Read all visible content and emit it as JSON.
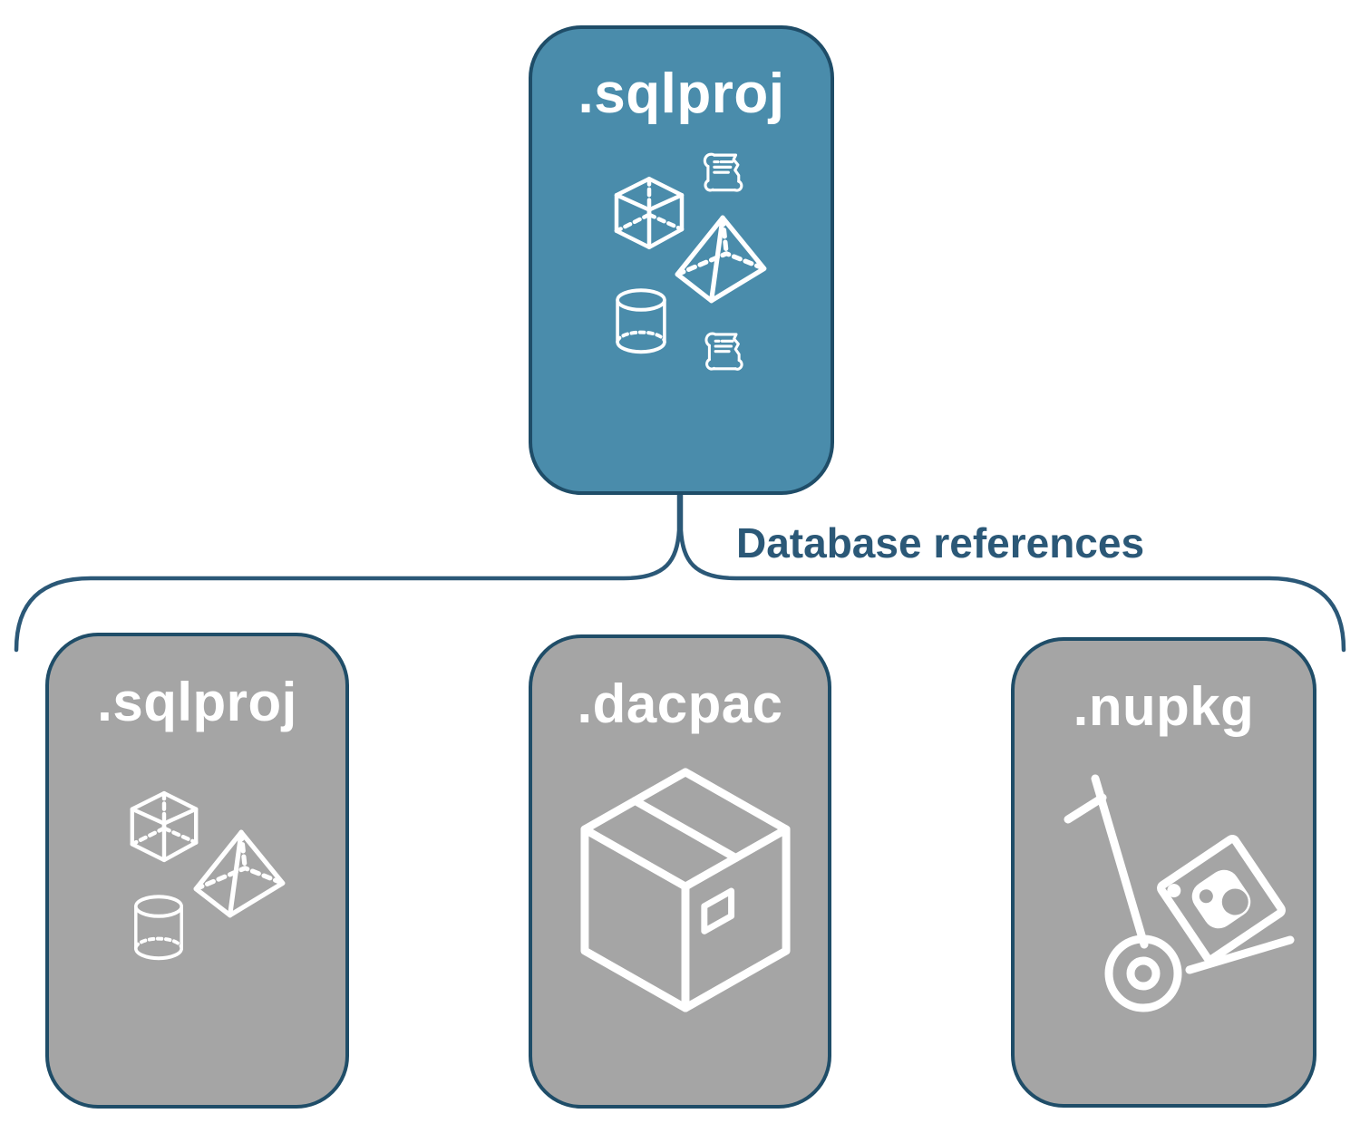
{
  "diagram": {
    "top_node": {
      "title": ".sqlproj",
      "icons": [
        "cube-3d-icon",
        "scroll-icon",
        "pyramid-3d-icon",
        "cylinder-database-icon",
        "scroll-icon"
      ]
    },
    "edge_label": "Database references",
    "children": [
      {
        "title": ".sqlproj",
        "icons": [
          "cube-3d-icon",
          "pyramid-3d-icon",
          "cylinder-database-icon"
        ]
      },
      {
        "title": ".dacpac",
        "icons": [
          "package-box-icon"
        ]
      },
      {
        "title": ".nupkg",
        "icons": [
          "nuget-hand-truck-icon"
        ]
      }
    ],
    "colors": {
      "accent_blue": "#4a8cab",
      "node_gray": "#a5a5a5",
      "stroke_navy": "#2b5877",
      "border_navy": "#1f4d68",
      "icon_white": "#ffffff",
      "background": "#ffffff"
    }
  }
}
